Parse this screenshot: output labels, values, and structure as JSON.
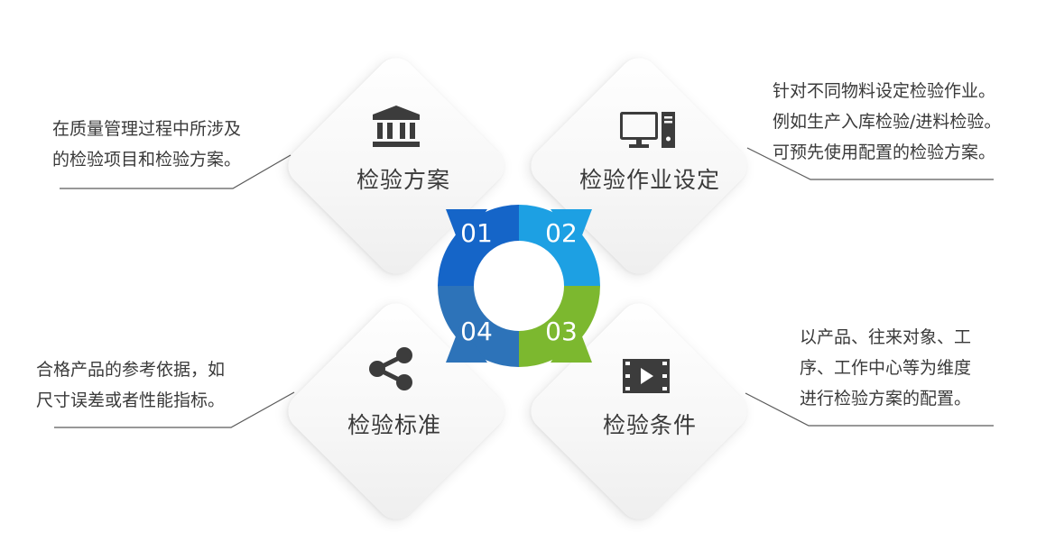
{
  "steps": [
    {
      "number": "01",
      "title": "检验方案",
      "icon": "bank-icon",
      "color": "#1565c8",
      "desc": [
        "在质量管理过程中所涉及",
        "的检验项目和检验方案。"
      ]
    },
    {
      "number": "02",
      "title": "检验作业设定",
      "icon": "desktop-computer-icon",
      "color": "#1da0e3",
      "desc": [
        "针对不同物料设定检验作业。",
        "例如生产入库检验/进料检验。",
        "可预先使用配置的检验方案。"
      ]
    },
    {
      "number": "03",
      "title": "检验条件",
      "icon": "video-play-icon",
      "color": "#7cb82f",
      "desc": [
        "以产品、往来对象、工",
        "序、工作中心等为维度",
        "进行检验方案的配置。"
      ]
    },
    {
      "number": "04",
      "title": "检验标准",
      "icon": "share-icon",
      "color": "#2d73b9",
      "desc": [
        "合格产品的参考依据，如",
        "尺寸误差或者性能指标。"
      ]
    }
  ]
}
